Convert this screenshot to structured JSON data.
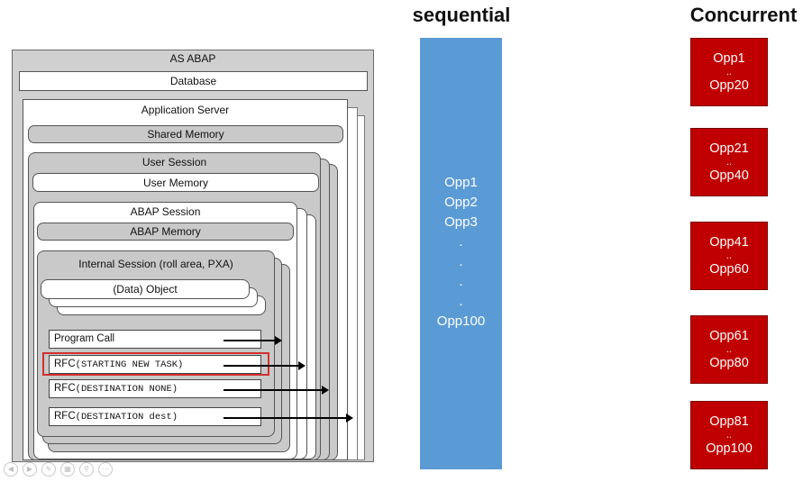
{
  "diagram": {
    "as_abap": "AS ABAP",
    "database": "Database",
    "application_server": "Application Server",
    "shared_memory": "Shared Memory",
    "user_session": "User Session",
    "user_memory": "User Memory",
    "abap_session": "ABAP Session",
    "abap_memory": "ABAP Memory",
    "internal_session": "Internal Session (roll area, PXA)",
    "data_object": "(Data) Object",
    "program_call": "Program Call",
    "rfc1_prefix": "RFC",
    "rfc1_mono": "(STARTING NEW TASK)",
    "rfc2_prefix": "RFC",
    "rfc2_mono": "(DESTINATION NONE)",
    "rfc3_prefix": "RFC",
    "rfc3_mono": "(DESTINATION dest)",
    "highlight_color": "#d32f2f"
  },
  "sequential": {
    "heading": "sequential",
    "color": "#5b9bd5",
    "lines": [
      "Opp1",
      "Opp2",
      "Opp3",
      ".",
      ".",
      ".",
      ".",
      "Opp100"
    ]
  },
  "concurrent": {
    "heading": "Concurrent",
    "color": "#c00000",
    "boxes": [
      {
        "first": "Opp1",
        "dots": "..",
        "last": "Opp20"
      },
      {
        "first": "Opp21",
        "dots": "..",
        "last": "Opp40"
      },
      {
        "first": "Opp41",
        "dots": "..",
        "last": "Opp60"
      },
      {
        "first": "Opp61",
        "dots": "..",
        "last": "Opp80"
      },
      {
        "first": "Opp81",
        "dots": "..",
        "last": "Opp100"
      }
    ]
  },
  "toolbar": {
    "icons": [
      "prev-icon",
      "play-icon",
      "pen-icon",
      "copy-icon",
      "zoom-icon",
      "more-icon"
    ]
  }
}
